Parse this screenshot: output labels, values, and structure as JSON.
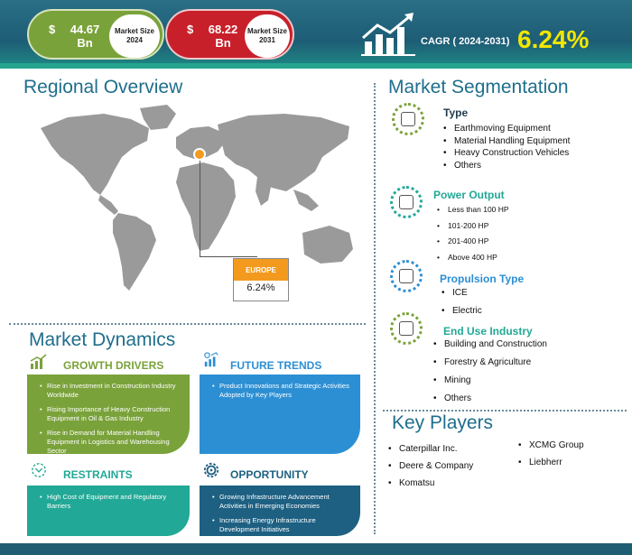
{
  "header": {
    "market_2024": {
      "currency": "$",
      "value": "44.67 Bn",
      "label": "Market Size 2024"
    },
    "market_2031": {
      "currency": "$",
      "value": "68.22 Bn",
      "label": "Market Size 2031"
    },
    "cagr_label": "CAGR ( 2024-2031)",
    "cagr_value": "6.24%"
  },
  "regional": {
    "title": "Regional Overview",
    "region_label": "EUROPE",
    "region_value": "6.24%"
  },
  "segmentation": {
    "title": "Market Segmentation",
    "groups": [
      {
        "name": "Type",
        "items": [
          "Earthmoving Equipment",
          "Material Handling Equipment",
          "Heavy Construction Vehicles",
          "Others"
        ]
      },
      {
        "name": "Power Output",
        "items": [
          "Less than 100 HP",
          "101-200 HP",
          "201-400 HP",
          "Above 400 HP"
        ]
      },
      {
        "name": "Propulsion Type",
        "items": [
          "ICE",
          "Electric"
        ]
      },
      {
        "name": "End Use Industry",
        "items": [
          "Building and Construction",
          "Forestry & Agriculture",
          "Mining",
          "Others"
        ]
      }
    ]
  },
  "dynamics": {
    "title": "Market Dynamics",
    "growth_drivers": {
      "title": "GROWTH DRIVERS",
      "items": [
        "Rise in Investment in Construction Industry Worldwide",
        "Rising Importance of Heavy Construction Equipment in Oil & Gas Industry",
        "Rise in Demand for Material Handling Equipment in Logistics and Warehousing Sector"
      ]
    },
    "future_trends": {
      "title": "FUTURE TRENDS",
      "items": [
        "Product Innovations and Strategic Activities Adopted by Key Players"
      ]
    },
    "restraints": {
      "title": "RESTRAINTS",
      "items": [
        "High Cost of Equipment and Regulatory Barriers"
      ]
    },
    "opportunity": {
      "title": "OPPORTUNITY",
      "items": [
        "Growing Infrastructure Advancement Activities in Emerging Economies",
        "Increasing Energy Infrastructure Development Initiatives"
      ]
    }
  },
  "key_players": {
    "title": "Key Players",
    "col1": [
      "Caterpillar Inc.",
      "Deere & Company",
      "Komatsu"
    ],
    "col2": [
      "XCMG Group",
      "Liebherr"
    ]
  },
  "colors": {
    "teal": "#1f6e8c",
    "green": "#7aa23a",
    "red": "#c8202b",
    "blue": "#2d8fd3",
    "aqua": "#22a896",
    "navy": "#1d6082",
    "orange": "#f39a1e",
    "yellow": "#f2e600"
  }
}
